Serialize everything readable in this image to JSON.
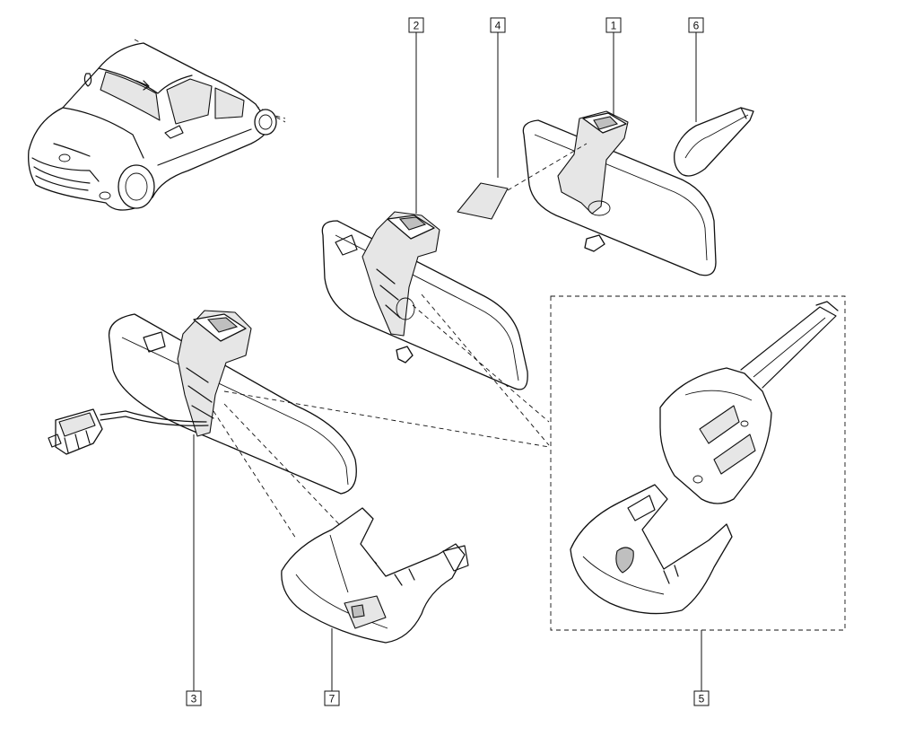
{
  "callouts": {
    "c1": "1",
    "c2": "2",
    "c3": "3",
    "c4": "4",
    "c5": "5",
    "c6": "6",
    "c7": "7"
  },
  "colors": {
    "line": "#111111",
    "background": "#ffffff",
    "shade": "#e6e6e6"
  }
}
